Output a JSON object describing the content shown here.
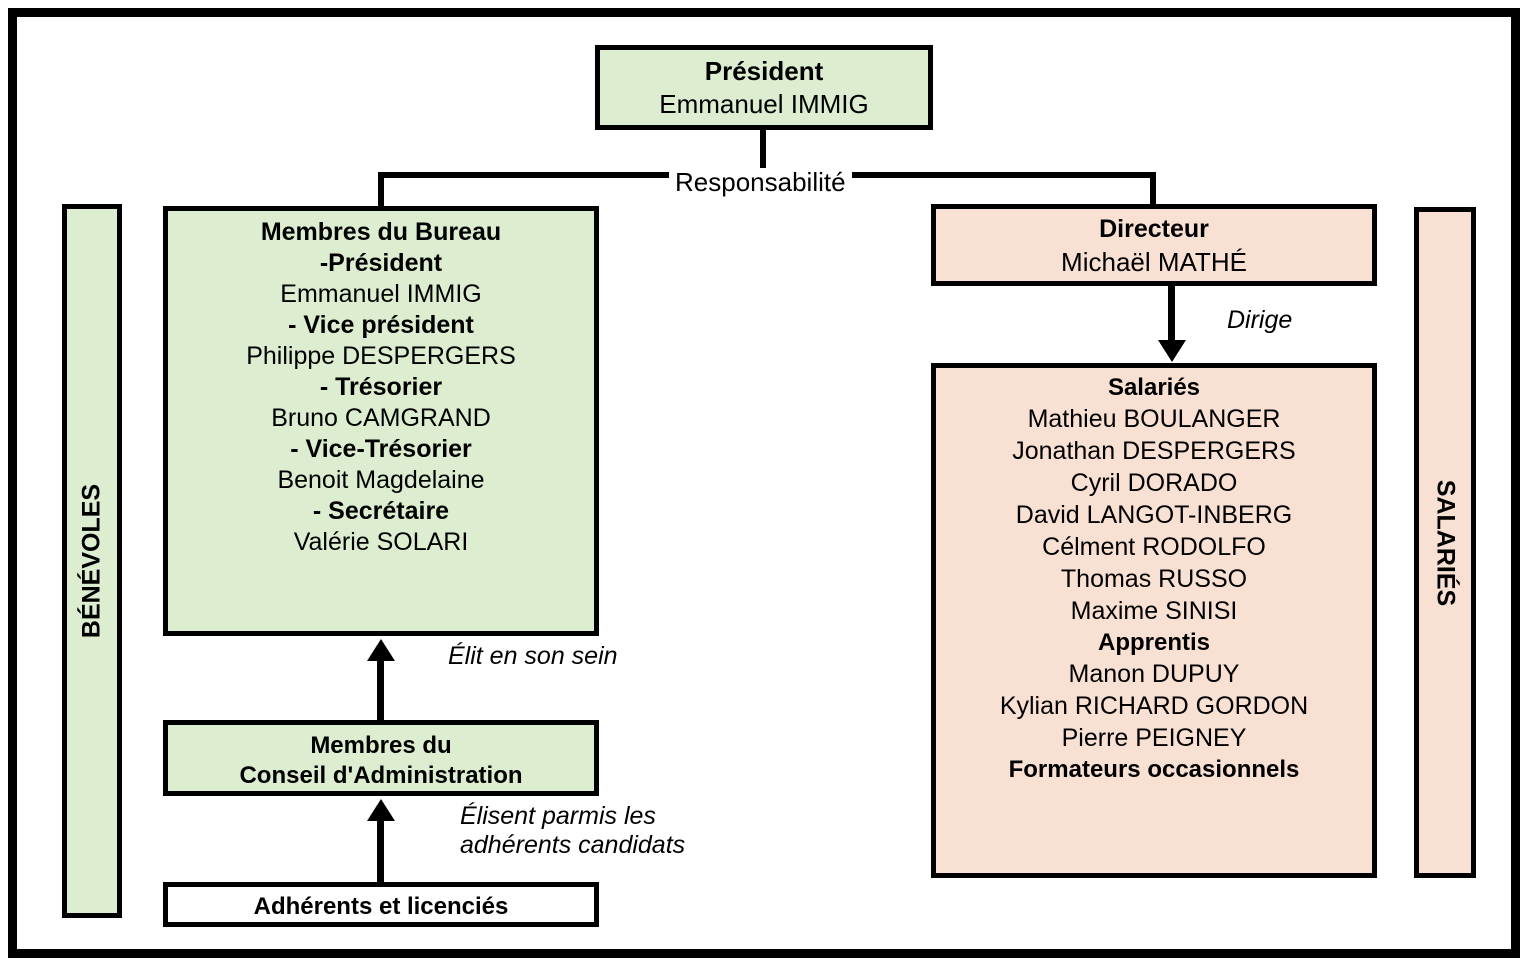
{
  "diagram": {
    "title": "Organigramme association",
    "colors": {
      "volunteer_fill": "#DCEDD0",
      "employee_fill": "#F8E0D3",
      "border": "#000000",
      "plain_fill": "#FFFFFF"
    },
    "sidebars": {
      "left": {
        "label": "BÉNÉVOLES",
        "fill": "#DCEDD0",
        "orientation": "bottom-to-top"
      },
      "right": {
        "label": "SALARIÉS",
        "fill": "#F8E0D3",
        "orientation": "top-to-bottom"
      }
    },
    "nodes": {
      "president": {
        "title": "Président",
        "name": "Emmanuel IMMIG",
        "fill": "#DCEDD0"
      },
      "bureau": {
        "title": "Membres du Bureau",
        "rows": [
          {
            "role": "-Président",
            "person": "Emmanuel IMMIG"
          },
          {
            "role": "- Vice président",
            "person": "Philippe DESPERGERS"
          },
          {
            "role": "- Trésorier",
            "person": "Bruno CAMGRAND"
          },
          {
            "role": "- Vice-Trésorier",
            "person": "Benoit Magdelaine"
          },
          {
            "role": "- Secrétaire",
            "person": "Valérie SOLARI"
          }
        ],
        "fill": "#DCEDD0"
      },
      "conseil_administration": {
        "line1": "Membres du",
        "line2": "Conseil d'Administration",
        "fill": "#DCEDD0"
      },
      "adherents": {
        "label": "Adhérents et licenciés",
        "fill": "#FFFFFF"
      },
      "directeur": {
        "title": "Directeur",
        "name": "Michaël MATHÉ",
        "fill": "#F8E0D3"
      },
      "salaries": {
        "title": "Salariés",
        "employees": [
          "Mathieu BOULANGER",
          "Jonathan DESPERGERS",
          "Cyril DORADO",
          "David LANGOT-INBERG",
          "Célment RODOLFO",
          "Thomas RUSSO",
          "Maxime SINISI"
        ],
        "apprentices_heading": "Apprentis",
        "apprentices": [
          "Manon DUPUY",
          "Kylian RICHARD GORDON",
          "Pierre PEIGNEY"
        ],
        "trainers_heading": "Formateurs occasionnels",
        "fill": "#F8E0D3"
      }
    },
    "edges": {
      "responsabilite": "Responsabilité",
      "dirige": "Dirige",
      "elit_en_son_sein": "Élit en son sein",
      "elisent_line1": "Élisent parmis les",
      "elisent_line2": "adhérents candidats"
    }
  }
}
